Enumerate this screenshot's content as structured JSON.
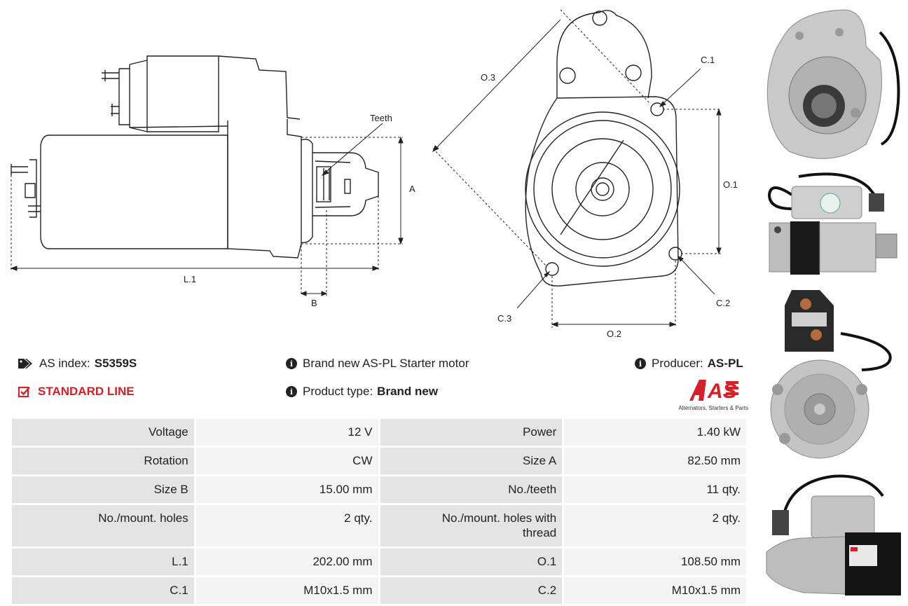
{
  "diagram": {
    "labels": {
      "teeth": "Teeth",
      "a": "A",
      "b": "B",
      "l1": "L.1",
      "o1": "O.1",
      "o2": "O.2",
      "o3": "O.3",
      "c1": "C.1",
      "c2": "C.2",
      "c3": "C.3"
    }
  },
  "info": {
    "as_index_label": "AS index:",
    "as_index_value": "S5359S",
    "standard_line": "STANDARD LINE",
    "description": "Brand new AS-PL Starter motor",
    "product_type_label": "Product type:",
    "product_type_value": "Brand new",
    "producer_label": "Producer:",
    "producer_value": "AS-PL",
    "logo_text": "AS",
    "logo_tagline": "Alternators, Starters & Parts"
  },
  "specs": [
    {
      "label1": "Voltage",
      "value1": "12 V",
      "label2": "Power",
      "value2": "1.40 kW"
    },
    {
      "label1": "Rotation",
      "value1": "CW",
      "label2": "Size A",
      "value2": "82.50 mm"
    },
    {
      "label1": "Size B",
      "value1": "15.00 mm",
      "label2": "No./teeth",
      "value2": "11 qty."
    },
    {
      "label1": "No./mount. holes",
      "value1": "2 qty.",
      "label2": "No./mount. holes with thread",
      "value2": "2 qty."
    },
    {
      "label1": "L.1",
      "value1": "202.00 mm",
      "label2": "O.1",
      "value2": "108.50 mm"
    },
    {
      "label1": "C.1",
      "value1": "M10x1.5 mm",
      "label2": "C.2",
      "value2": "M10x1.5 mm"
    }
  ],
  "colors": {
    "accent_red": "#d61f26",
    "cell_label_bg": "#e4e4e4",
    "cell_value_bg": "#f4f4f4"
  },
  "icons": [
    "tags-icon",
    "checkbox-icon",
    "info-icon"
  ]
}
